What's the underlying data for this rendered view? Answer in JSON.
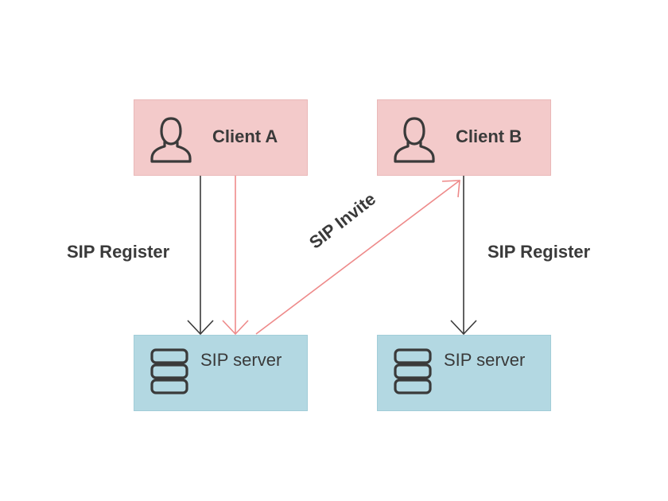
{
  "colors": {
    "client_bg": "#f3caca",
    "server_bg": "#b3d8e2",
    "register_arrow": "#3a3a3a",
    "invite_arrow": "#ee8a8a",
    "text": "#3a3a3a"
  },
  "nodes": {
    "client_a": {
      "label": "Client A",
      "icon": "user-icon"
    },
    "client_b": {
      "label": "Client B",
      "icon": "user-icon"
    },
    "server_a": {
      "label": "SIP server",
      "icon": "database-icon"
    },
    "server_b": {
      "label": "SIP server",
      "icon": "database-icon"
    }
  },
  "edges": {
    "register_a": {
      "label": "SIP Register",
      "from": "Client A",
      "to": "SIP server"
    },
    "register_b": {
      "label": "SIP Register",
      "from": "Client B",
      "to": "SIP server"
    },
    "invite": {
      "label": "SIP Invite",
      "from": "SIP server",
      "to": "Client B"
    }
  }
}
